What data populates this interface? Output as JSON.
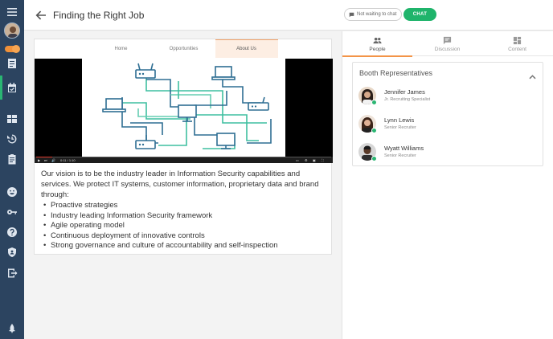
{
  "header": {
    "title": "Finding the Right Job",
    "status_label": "Not waiting to chat",
    "chat_label": "CHAT"
  },
  "content_tabs": [
    {
      "label": "Home"
    },
    {
      "label": "Opportunities"
    },
    {
      "label": "About Us"
    }
  ],
  "video": {
    "time": "0:11 / 1:10"
  },
  "about": {
    "intro": "Our vision is to be the industry leader in Information Security capabilities and services. We protect IT systems, customer information, proprietary data and brand through:",
    "bullets": [
      "Proactive strategies",
      "Industry leading Information Security framework",
      "Agile operating model",
      "Continuous deployment of innovative controls",
      "Strong governance and culture of accountability and self-inspection"
    ]
  },
  "side_tabs": [
    {
      "label": "People",
      "icon": "people-icon"
    },
    {
      "label": "Discussion",
      "icon": "discussion-icon"
    },
    {
      "label": "Content",
      "icon": "content-icon"
    }
  ],
  "representatives": {
    "title": "Booth Representatives",
    "items": [
      {
        "name": "Jennifer James",
        "role": "Jr. Recruiting Specialist"
      },
      {
        "name": "Lynn Lewis",
        "role": "Senior Recruiter"
      },
      {
        "name": "Wyatt Williams",
        "role": "Senior Recruiter"
      }
    ]
  },
  "colors": {
    "rail": "#2c4460",
    "accent_green": "#1fb46b",
    "accent_orange": "#f39447",
    "diagram_blue": "#2e6e93",
    "diagram_teal": "#3fbfa0"
  }
}
